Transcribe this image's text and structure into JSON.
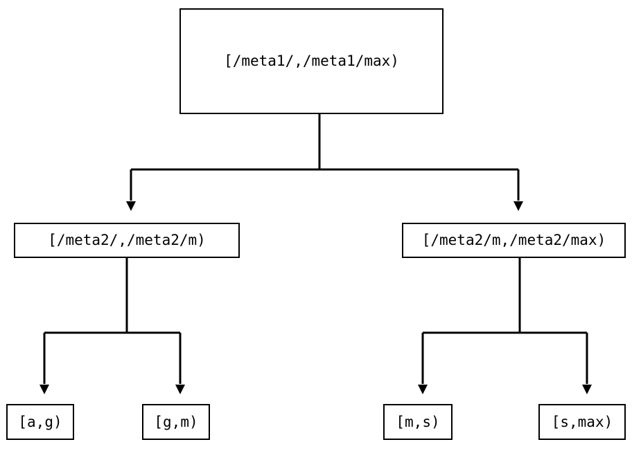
{
  "diagram": {
    "type": "tree",
    "orientation": "top-down",
    "style": {
      "node_fill": "#ffffff",
      "node_stroke": "#000000",
      "edge_color": "#000000",
      "text_color": "#000000",
      "background": "#ffffff",
      "arrowhead": "filled-triangle-down"
    },
    "levels": [
      {
        "level": 1,
        "nodes": [
          {
            "id": "root",
            "label": "[/meta1/,/meta1/max)"
          }
        ]
      },
      {
        "level": 2,
        "nodes": [
          {
            "id": "meta2-left",
            "label": "[/meta2/,/meta2/m)"
          },
          {
            "id": "meta2-right",
            "label": "[/meta2/m,/meta2/max)"
          }
        ]
      },
      {
        "level": 3,
        "nodes": [
          {
            "id": "leaf-ag",
            "label": "[a,g)"
          },
          {
            "id": "leaf-gm",
            "label": "[g,m)"
          },
          {
            "id": "leaf-ms",
            "label": "[m,s)"
          },
          {
            "id": "leaf-smax",
            "label": "[s,max)"
          }
        ]
      }
    ],
    "edges": [
      {
        "from": "root",
        "to": "meta2-left"
      },
      {
        "from": "root",
        "to": "meta2-right"
      },
      {
        "from": "meta2-left",
        "to": "leaf-ag"
      },
      {
        "from": "meta2-left",
        "to": "leaf-gm"
      },
      {
        "from": "meta2-right",
        "to": "leaf-ms"
      },
      {
        "from": "meta2-right",
        "to": "leaf-smax"
      }
    ]
  }
}
